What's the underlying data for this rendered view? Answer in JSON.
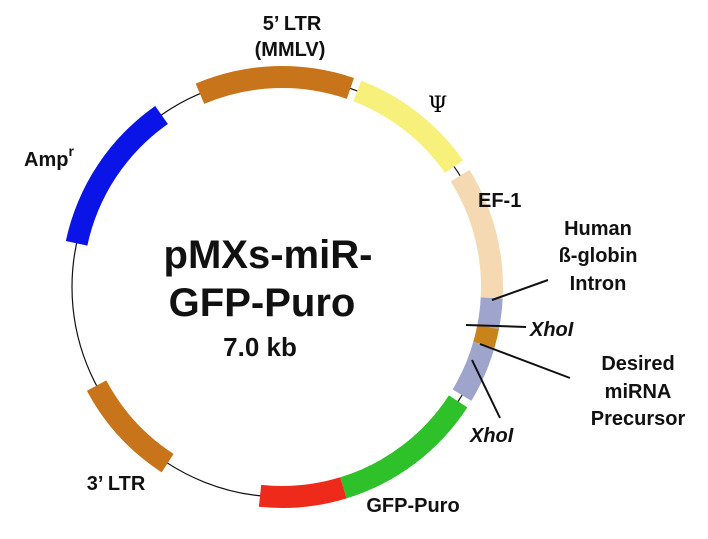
{
  "plasmid": {
    "name_line1": "pMXs-miR-",
    "name_line2": "GFP-Puro",
    "size": "7.0 kb"
  },
  "segments": [
    {
      "id": "ltr5",
      "color": "#c8741a",
      "start_deg": 337,
      "end_deg": 19
    },
    {
      "id": "psi",
      "color": "#f7f07a",
      "start_deg": 21,
      "end_deg": 55
    },
    {
      "id": "ef1",
      "color": "#f5d9b2",
      "start_deg": 58,
      "end_deg": 93
    },
    {
      "id": "intron-a",
      "color": "#9ea4cc",
      "start_deg": 93,
      "end_deg": 101
    },
    {
      "id": "mirna",
      "color": "#c8841a",
      "start_deg": 101,
      "end_deg": 106
    },
    {
      "id": "intron-b",
      "color": "#9ea4cc",
      "start_deg": 106,
      "end_deg": 121
    },
    {
      "id": "gfp-puro",
      "color": "#2ec12a",
      "start_deg": 123,
      "end_deg": 163
    },
    {
      "id": "red-seg",
      "color": "#ee2a1a",
      "start_deg": 163,
      "end_deg": 186
    },
    {
      "id": "ltr3",
      "color": "#c8741a",
      "start_deg": 213,
      "end_deg": 242
    },
    {
      "id": "ampr",
      "color": "#0a14e6",
      "start_deg": 282,
      "end_deg": 325
    }
  ],
  "labels": {
    "ltr5_line1": "5’ LTR",
    "ltr5_line2": "(MMLV)",
    "psi": "Ψ",
    "ef1": "EF-1",
    "intron_line1": "Human",
    "intron_line2": "ß-globin",
    "intron_line3": "Intron",
    "xhoi_top": "XhoI",
    "xhoi_bottom": "XhoI",
    "mirna_line1": "Desired",
    "mirna_line2": "miRNA",
    "mirna_line3": "Precursor",
    "gfp_puro": "GFP-Puro",
    "ltr3": "3’ LTR",
    "amp": "Amp",
    "amp_sup": "r"
  }
}
